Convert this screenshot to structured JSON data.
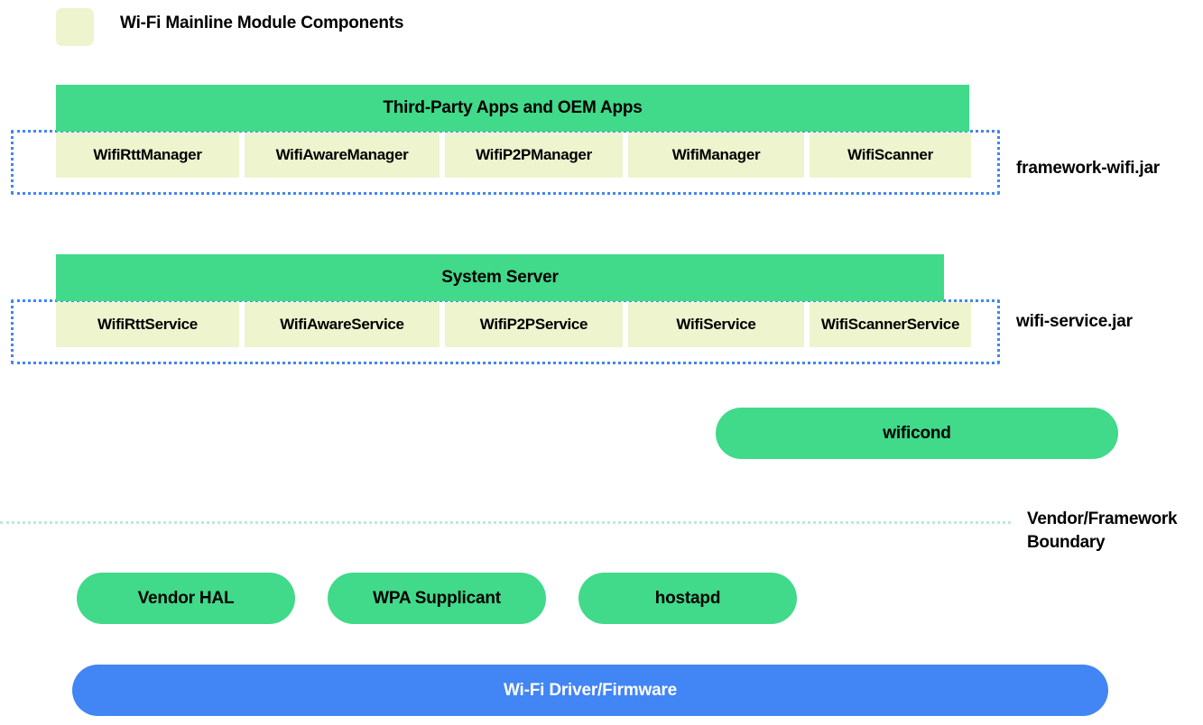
{
  "legend": {
    "swatch_color": "#EDF4CE",
    "label": "Wi-Fi Mainline Module Components"
  },
  "colors": {
    "module_fill": "#EDF4CE",
    "green_block": "#41D98A",
    "blue_block": "#4285F4",
    "dotted_outline": "#4285F4",
    "boundary_dash": "#BCEBCF",
    "background": "#ffffff"
  },
  "layers": {
    "framework": {
      "header": "Third-Party Apps and OEM Apps",
      "jar_label": "framework-wifi.jar",
      "components": [
        "WifiRttManager",
        "WifiAwareManager",
        "WifiP2PManager",
        "WifiManager",
        "WifiScanner"
      ]
    },
    "service": {
      "header": "System Server",
      "jar_label": "wifi-service.jar",
      "components": [
        "WifiRttService",
        "WifiAwareService",
        "WifiP2PService",
        "WifiService",
        "WifiScannerService"
      ]
    },
    "native": {
      "daemon": "wificond"
    },
    "boundary": {
      "label_line1": "Vendor/Framework",
      "label_line2": "Boundary"
    },
    "vendor": {
      "pills": [
        "Vendor HAL",
        "WPA Supplicant",
        "hostapd"
      ]
    },
    "driver": {
      "label": "Wi-Fi Driver/Firmware"
    }
  }
}
